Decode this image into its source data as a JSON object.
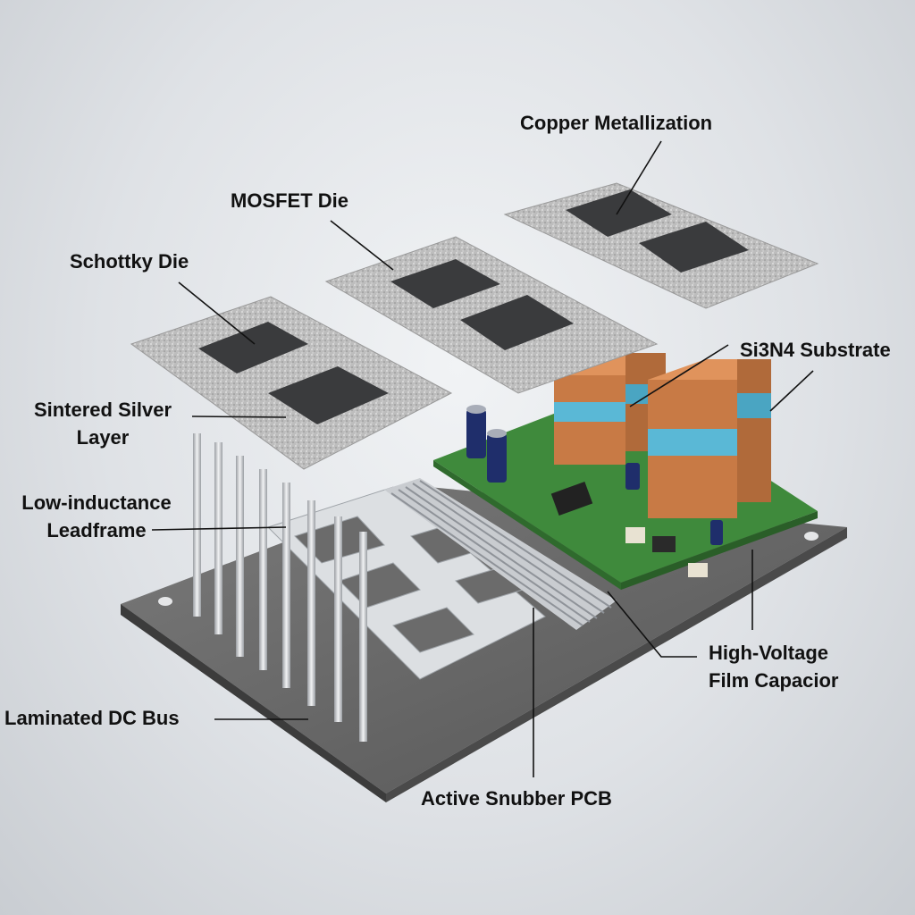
{
  "title": "Exploded view of power module",
  "labels": {
    "copper_metallization": "Copper Metallization",
    "mosfet_die": "MOSFET Die",
    "schottky_die": "Schottky Die",
    "si3n4_substrate": "Si3N4 Substrate",
    "sintered_silver_line1": "Sintered Silver",
    "sintered_silver_line2": "Layer",
    "leadframe_line1": "Low-inductance",
    "leadframe_line2": "Leadframe",
    "film_cap_line1": "High-Voltage",
    "film_cap_line2": "Film Capacior",
    "dc_bus": "Laminated DC Bus",
    "snubber_pcb": "Active Snubber PCB"
  },
  "colors": {
    "substrate": "#b9b9b9",
    "die": "#3a3b3d",
    "pcb": "#3f8a3c",
    "capacitor": "#c87a45",
    "cap_band": "#5ab8d6",
    "plate": "#6b6b6b"
  }
}
